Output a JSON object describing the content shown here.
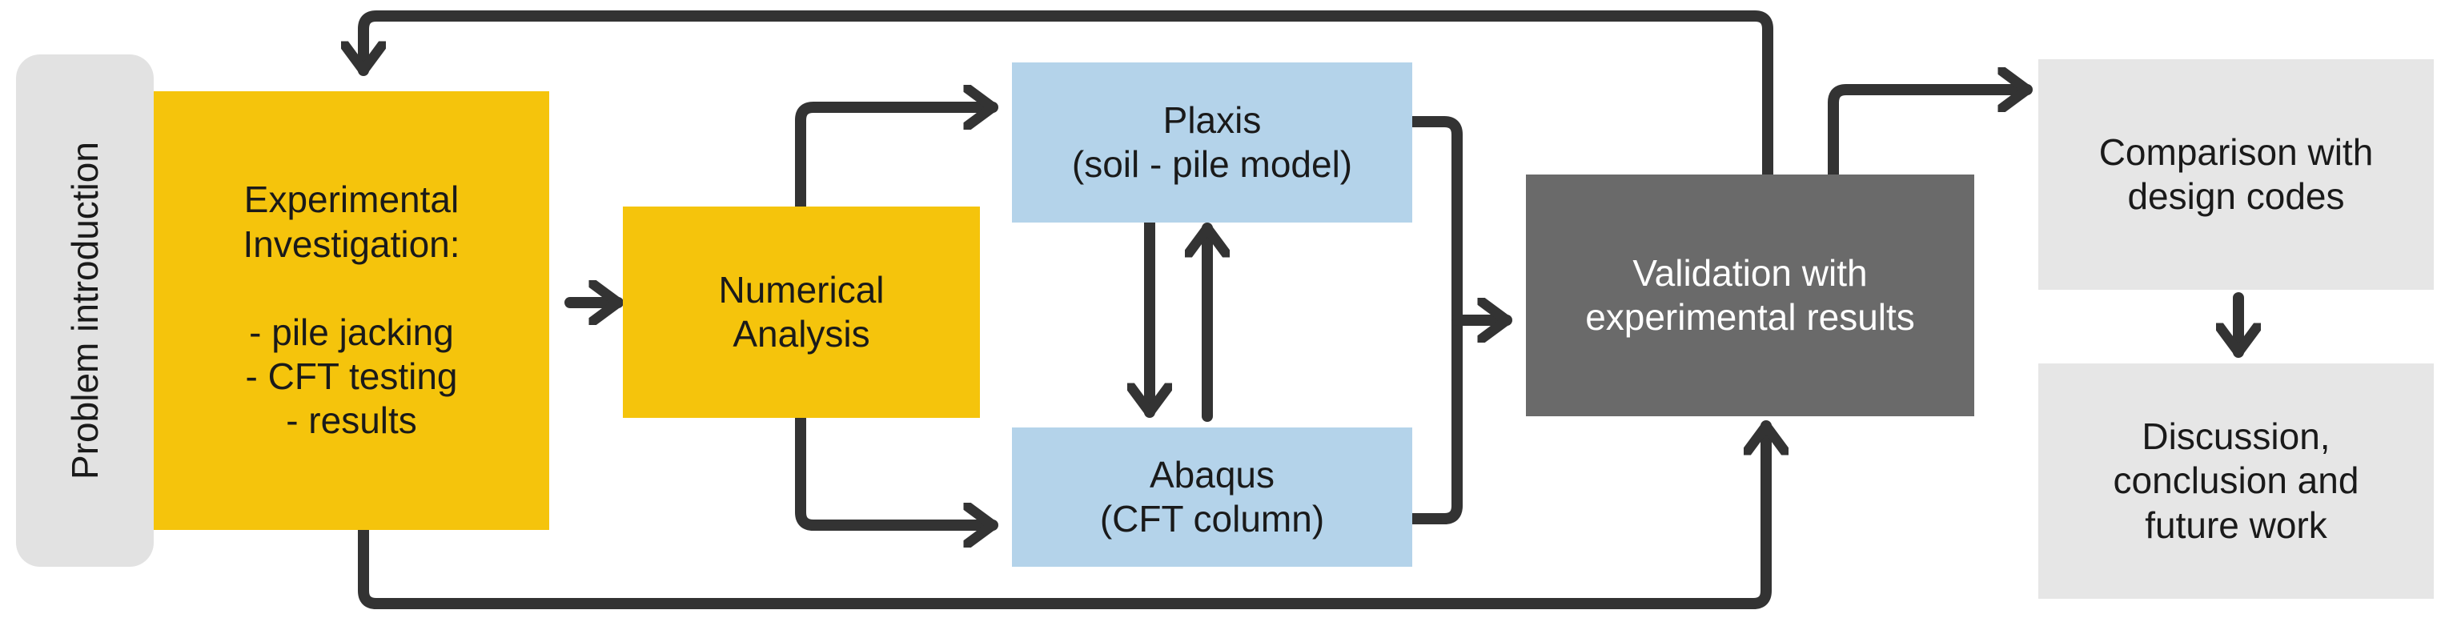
{
  "nodes": {
    "problem_intro": "Problem introduction",
    "experimental": "Experimental\nInvestigation:\n\n- pile jacking\n- CFT testing\n- results",
    "numerical": "Numerical\nAnalysis",
    "plaxis": "Plaxis\n(soil - pile model)",
    "abaqus": "Abaqus\n(CFT column)",
    "validation": "Validation with\nexperimental results",
    "comparison": "Comparison with\ndesign codes",
    "discussion": "Discussion,\nconclusion and\nfuture work"
  },
  "colors": {
    "yellow": "#f5c40c",
    "blue": "#b4d3ea",
    "dark_grey": "#6a6a6a",
    "light_grey": "#e6e6e6",
    "arrow": "#333333"
  }
}
